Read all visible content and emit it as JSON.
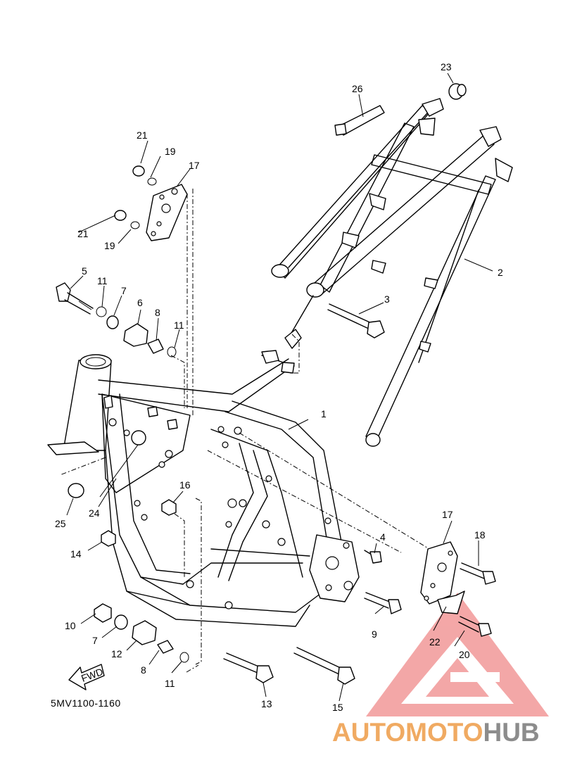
{
  "diagram": {
    "code": "5MV1100-1160",
    "fwd_label": "FWD",
    "callouts": [
      {
        "id": "c1",
        "label": "1"
      },
      {
        "id": "c2",
        "label": "2"
      },
      {
        "id": "c3",
        "label": "3"
      },
      {
        "id": "c4",
        "label": "4"
      },
      {
        "id": "c5",
        "label": "5"
      },
      {
        "id": "c6",
        "label": "6"
      },
      {
        "id": "c7a",
        "label": "7"
      },
      {
        "id": "c7b",
        "label": "7"
      },
      {
        "id": "c8a",
        "label": "8"
      },
      {
        "id": "c8b",
        "label": "8"
      },
      {
        "id": "c9",
        "label": "9"
      },
      {
        "id": "c10",
        "label": "10"
      },
      {
        "id": "c11a",
        "label": "11"
      },
      {
        "id": "c11b",
        "label": "11"
      },
      {
        "id": "c11c",
        "label": "11"
      },
      {
        "id": "c12",
        "label": "12"
      },
      {
        "id": "c13",
        "label": "13"
      },
      {
        "id": "c14",
        "label": "14"
      },
      {
        "id": "c15",
        "label": "15"
      },
      {
        "id": "c16",
        "label": "16"
      },
      {
        "id": "c17a",
        "label": "17"
      },
      {
        "id": "c17b",
        "label": "17"
      },
      {
        "id": "c18",
        "label": "18"
      },
      {
        "id": "c19a",
        "label": "19"
      },
      {
        "id": "c19b",
        "label": "19"
      },
      {
        "id": "c20",
        "label": "20"
      },
      {
        "id": "c21a",
        "label": "21"
      },
      {
        "id": "c21b",
        "label": "21"
      },
      {
        "id": "c22",
        "label": "22"
      },
      {
        "id": "c23",
        "label": "23"
      },
      {
        "id": "c24",
        "label": "24"
      },
      {
        "id": "c25",
        "label": "25"
      },
      {
        "id": "c26",
        "label": "26"
      }
    ]
  },
  "watermark": {
    "part1": "AUTO",
    "part2": "MOTO",
    "part3": "HUB",
    "logo_color": "#f08a8a",
    "text_color_accent": "#f0a65a",
    "text_color_gray": "#8c8c8c"
  }
}
